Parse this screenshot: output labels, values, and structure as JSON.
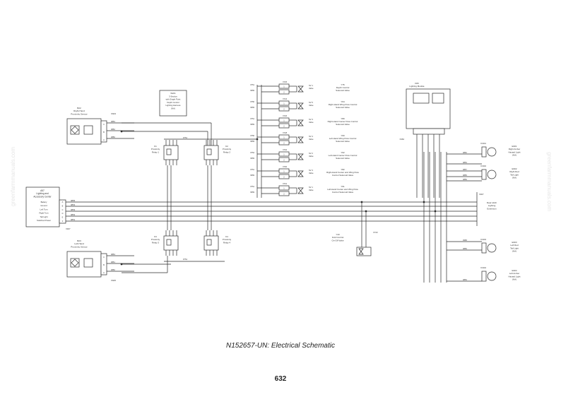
{
  "caption": "N152657-UN: Electrical Schematic",
  "page_number": "632",
  "watermark": "greenfarmmanuals.com",
  "components": {
    "a57": {
      "id": "A57",
      "lines": [
        "Lighting and",
        "Accessory Center"
      ]
    },
    "a57_pins": [
      "Battery",
      "Ground",
      "Left Turn",
      "Right Turn",
      "Tail Light",
      "Switched Power"
    ],
    "a57_pin_letters": [
      "A",
      "B",
      "C",
      "D",
      "E",
      "F"
    ],
    "b22": {
      "id": "B22",
      "lines": [
        "Right-Hand",
        "Proximity Sensor"
      ]
    },
    "b23": {
      "id": "B23",
      "lines": [
        "Left-Hand",
        "Proximity Sensor"
      ]
    },
    "sensor_pins": [
      "C",
      "B",
      "A"
    ],
    "w221": {
      "id": "W221",
      "lines": [
        "3-Section",
        "with Single Point",
        "Depth Control",
        "Lighting Harness",
        "(NA)"
      ]
    },
    "k1": {
      "id": "K1",
      "lines": [
        "Proximity",
        "Relay 1"
      ]
    },
    "k2": {
      "id": "K2",
      "lines": [
        "Proximity",
        "Relay 2"
      ]
    },
    "k3": {
      "id": "K3",
      "lines": [
        "Proximity",
        "Relay 3"
      ]
    },
    "k4": {
      "id": "K4",
      "lines": [
        "Proximity",
        "Relay 4"
      ]
    },
    "k83": {
      "id": "K83",
      "lines": [
        "Lighting Module"
      ]
    },
    "valves": [
      {
        "code": "Y75",
        "name": [
          "Depth Control",
          "Solenoid Valve"
        ],
        "sv": [
          "SV 1",
          "Valve"
        ],
        "conn": "X725"
      },
      {
        "code": "Y64",
        "name": [
          "Right-Hand Wing Flow Control",
          "Solenoid Valve"
        ],
        "sv": [
          "SV 5",
          "Valve"
        ],
        "conn": "X724"
      },
      {
        "code": "Y80",
        "name": [
          "Right-Hand Center Flow Control",
          "Solenoid Valve"
        ],
        "sv": [
          "SV 3",
          "Valve"
        ],
        "conn": "X726"
      },
      {
        "code": "Y60",
        "name": [
          "Left-Hand Wing Flow Control",
          "Solenoid Valve"
        ],
        "sv": [
          "SV 4",
          "Valve"
        ],
        "conn": "X728"
      },
      {
        "code": "Y62",
        "name": [
          "Left-Hand Center Flow Control",
          "Solenoid Valve"
        ],
        "sv": [
          "SV 2",
          "Valve"
        ],
        "conn": "X702"
      },
      {
        "code": "Y82",
        "name": [
          "Right-Hand Center and Wing Flow",
          "Control Solenoid Valve"
        ],
        "sv": [
          "SV 3",
          "Valve"
        ],
        "conn": "X700"
      },
      {
        "code": "Y61",
        "name": [
          "Left-Hand Center and Wing Flow",
          "Control Solenoid Valve"
        ],
        "sv": [
          "SV 1",
          "Valve"
        ],
        "conn": "X701"
      }
    ],
    "y43": {
      "id": "Y43",
      "lines": [
        "Fold Control",
        "On-Off Valve"
      ],
      "conn": "X743"
    },
    "x467": {
      "id": "X467",
      "lines": [
        "Rear Hitch",
        "Lighting",
        "Extension"
      ]
    },
    "lights": [
      {
        "id": "E301",
        "lines": [
          "Right Amber",
          "Hazard Light",
          "(NA)"
        ],
        "conn": "XC301"
      },
      {
        "id": "E302",
        "lines": [
          "Right Red",
          "Tail Light",
          "(NA)"
        ],
        "conn": "XC302"
      },
      {
        "id": "E303",
        "lines": [
          "Left Red",
          "Tail Light",
          "(NA)"
        ],
        "conn": "XC303"
      },
      {
        "id": "E304",
        "lines": [
          "Left Amber",
          "Hazard Light",
          "(NA)"
        ],
        "conn": "XC304"
      }
    ]
  },
  "wire_labels": {
    "bus": [
      "0855",
      "0854",
      "0853",
      "0852",
      "0851",
      "0850"
    ],
    "b22": [
      "0853",
      "0852",
      "0850"
    ],
    "b23": [
      "0854",
      "0851",
      "0850"
    ],
    "k_top": "0751",
    "k_bottom": "0751",
    "valve_pairs": [
      [
        "0751",
        "0959"
      ],
      [
        "0756",
        "0959"
      ],
      [
        "0751",
        "0959"
      ],
      [
        "0756",
        "0959"
      ],
      [
        "0754",
        "0959"
      ],
      [
        "0751",
        "0959"
      ],
      [
        "0751",
        "0959"
      ]
    ],
    "right_out": [
      "0852",
      "0854",
      "0857",
      "0855",
      "0859",
      "0958",
      "0859",
      "0853"
    ]
  },
  "connectors": {
    "x923": "X923",
    "x925": "X925",
    "x467a": "X467",
    "x464": "X464",
    "x467b": "X467"
  },
  "colors": {
    "line": "#2b2b2b",
    "box_fill": "#ffffff",
    "watermark": "#e6e6e6"
  }
}
